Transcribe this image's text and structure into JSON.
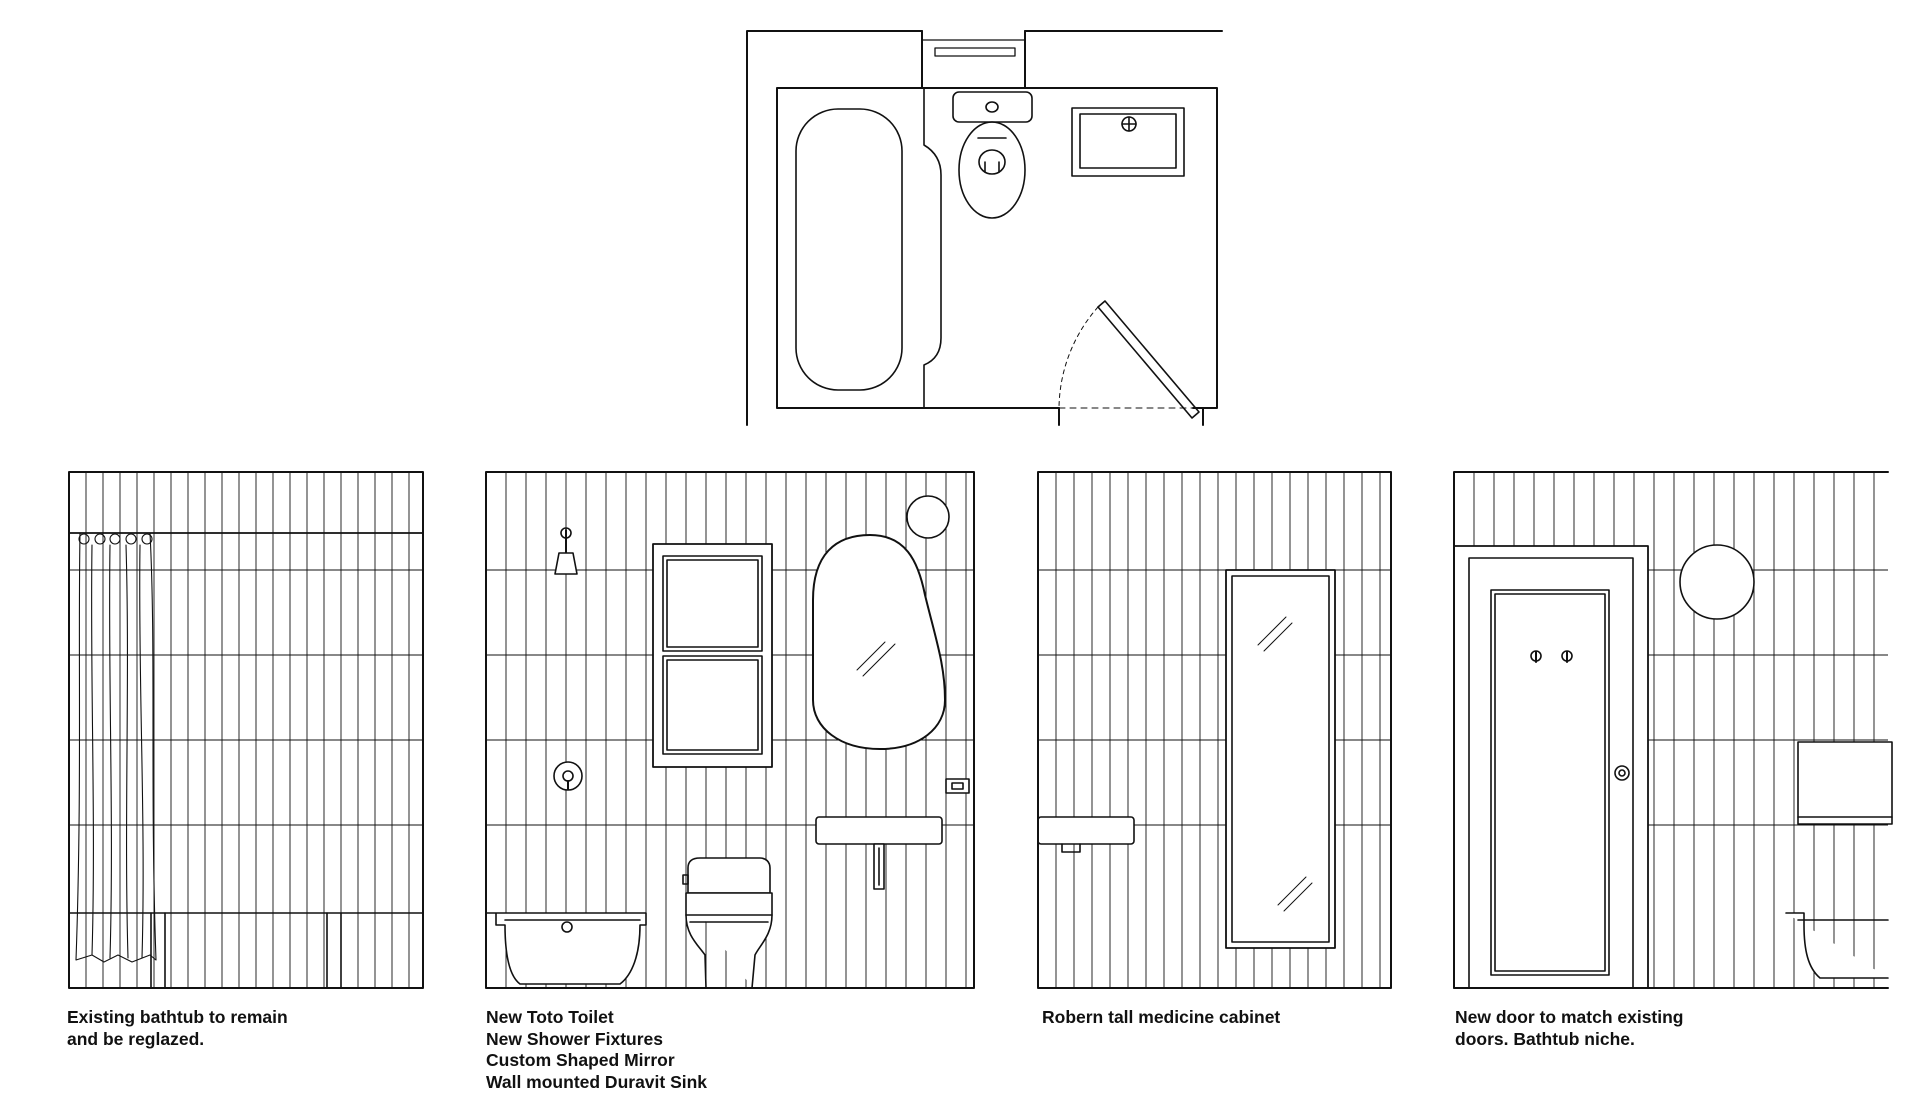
{
  "captions": {
    "elevation_1": "Existing bathtub to remain\nand be reglazed.",
    "elevation_2": "New Toto Toilet\nNew Shower Fixtures\nCustom Shaped Mirror\nWall mounted Duravit Sink",
    "elevation_3": "Robern tall medicine cabinet",
    "elevation_4": "New door to match existing\ndoors. Bathtub niche."
  },
  "colors": {
    "line": "#111111",
    "background": "#ffffff"
  },
  "icons": [
    "shower-head-icon",
    "shower-valve-icon",
    "outlet-icon",
    "door-knob-icon",
    "robe-hook-icon",
    "sink-faucet-icon"
  ]
}
